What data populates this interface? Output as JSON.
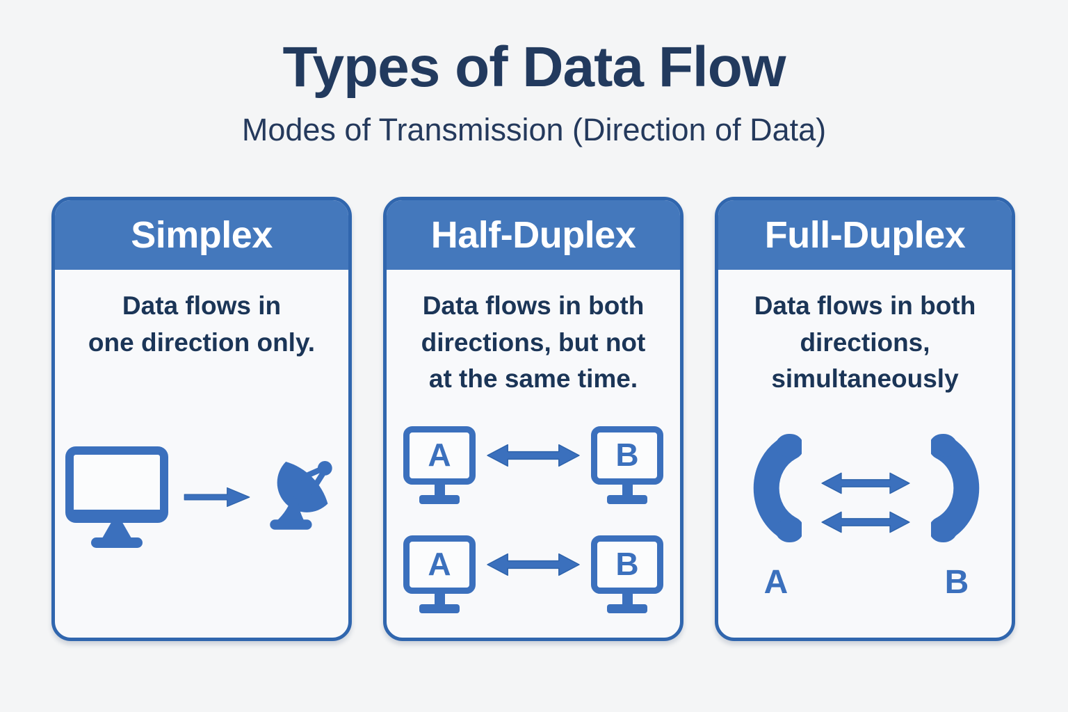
{
  "page": {
    "title": "Types of Data Flow",
    "subtitle": "Modes of Transmission (Direction of Data)"
  },
  "colors": {
    "page_bg": "#f4f5f6",
    "card_bg": "#f8f9fb",
    "header_blue": "#4478bc",
    "card_border_blue": "#3066ae",
    "icon_blue": "#3b70bd",
    "title_navy": "#223a5e",
    "body_text_navy": "#1b3557",
    "header_text": "#ffffff"
  },
  "cards": [
    {
      "id": "simplex",
      "title": "Simplex",
      "description": "Data flows in\none direction only.",
      "icons": [
        "monitor-icon",
        "arrow-right-icon",
        "satellite-dish-icon"
      ]
    },
    {
      "id": "half-duplex",
      "title": "Half-Duplex",
      "description": "Data flows in both\ndirections, but not\nat the same time.",
      "icons": [
        "monitor-icon",
        "double-arrow-icon",
        "monitor-icon"
      ],
      "rows": [
        {
          "left": "A",
          "right": "B"
        },
        {
          "left": "A",
          "right": "B"
        }
      ]
    },
    {
      "id": "full-duplex",
      "title": "Full-Duplex",
      "description": "Data flows in both\ndirections,\nsimultaneously",
      "icons": [
        "phone-handset-icon",
        "double-arrow-icon",
        "double-arrow-icon",
        "phone-handset-icon"
      ],
      "endpoints": {
        "left": "A",
        "right": "B"
      }
    }
  ]
}
